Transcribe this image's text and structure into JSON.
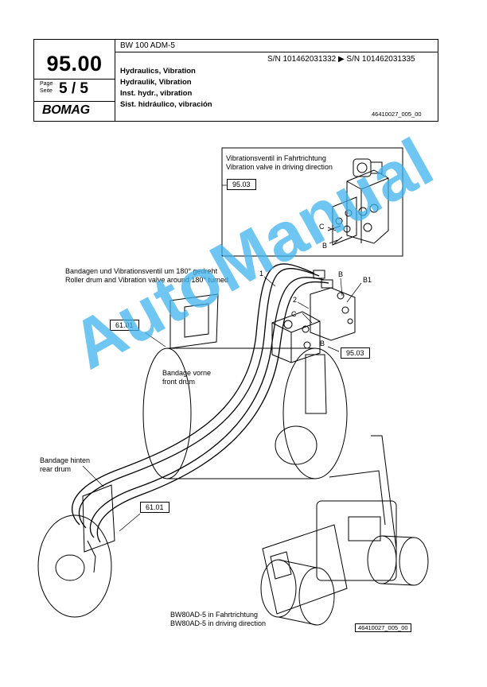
{
  "header": {
    "model": "BW 100 ADM-5",
    "serial_range": "S/N 101462031332  ▶  S/N 101462031335",
    "page_number": "95.00",
    "page_label_en": "Page",
    "page_label_de": "Seite",
    "page_value": "5 / 5",
    "logo": "BOMAG",
    "titles": [
      "Hydraulics, Vibration",
      "Hydraulik, Vibration",
      "Inst. hydr., vibration",
      "Sist. hidráulico, vibración"
    ],
    "doc_id": "46410027_005_00"
  },
  "diagram": {
    "inset_title": [
      "Vibrationsventil in Fahrtrichtung",
      "Vibration valve in driving direction"
    ],
    "inset_ref": "95.03",
    "inset_labels": {
      "c": "C",
      "b": "B"
    },
    "rotated_note": [
      "Bandagen und Vibrationsventil um 180° gedreht",
      "Roller drum and Vibration valve around 180° turned"
    ],
    "callouts": {
      "one": "1",
      "two": "2",
      "c": "C",
      "b": "B",
      "b_lower": "B",
      "b1": "B1"
    },
    "refs": {
      "front": "61.01",
      "rear": "61.01",
      "valve": "95.03"
    },
    "front_drum": [
      "Bandage vorne",
      "front drum"
    ],
    "rear_drum": [
      "Bandage hinten",
      "rear drum"
    ],
    "machine": [
      "BW80AD-5 in Fahrtrichtung",
      "BW80AD-5 in driving direction"
    ],
    "figure_id": "46410027_005_00"
  },
  "watermark": "AutoManual",
  "colors": {
    "watermark": "#40b4ee"
  }
}
